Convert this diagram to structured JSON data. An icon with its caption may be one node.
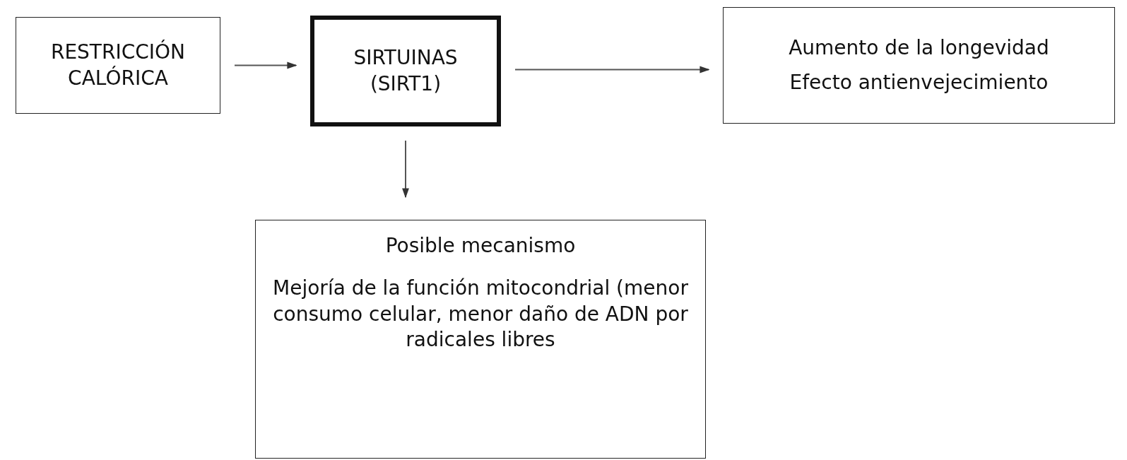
{
  "diagram": {
    "nodes": [
      {
        "text": [
          "RESTRICCIÓN CALÓRICA"
        ]
      },
      {
        "text": [
          "SIRTUINAS (SIRT1)"
        ]
      },
      {
        "text": [
          "Aumento de la longevidad",
          "Efecto antienvejecimiento"
        ]
      },
      {
        "text": [
          "Posible mecanismo",
          "Mejoría de la función mitocondrial (menor consumo celular, menor daño de ADN por radicales libres"
        ]
      }
    ],
    "edges": [
      {
        "from": 0,
        "to": 1,
        "arrow": "to"
      },
      {
        "from": 1,
        "to": 2,
        "arrow": "to"
      },
      {
        "from": 1,
        "to": 3,
        "arrow": "to"
      }
    ]
  }
}
